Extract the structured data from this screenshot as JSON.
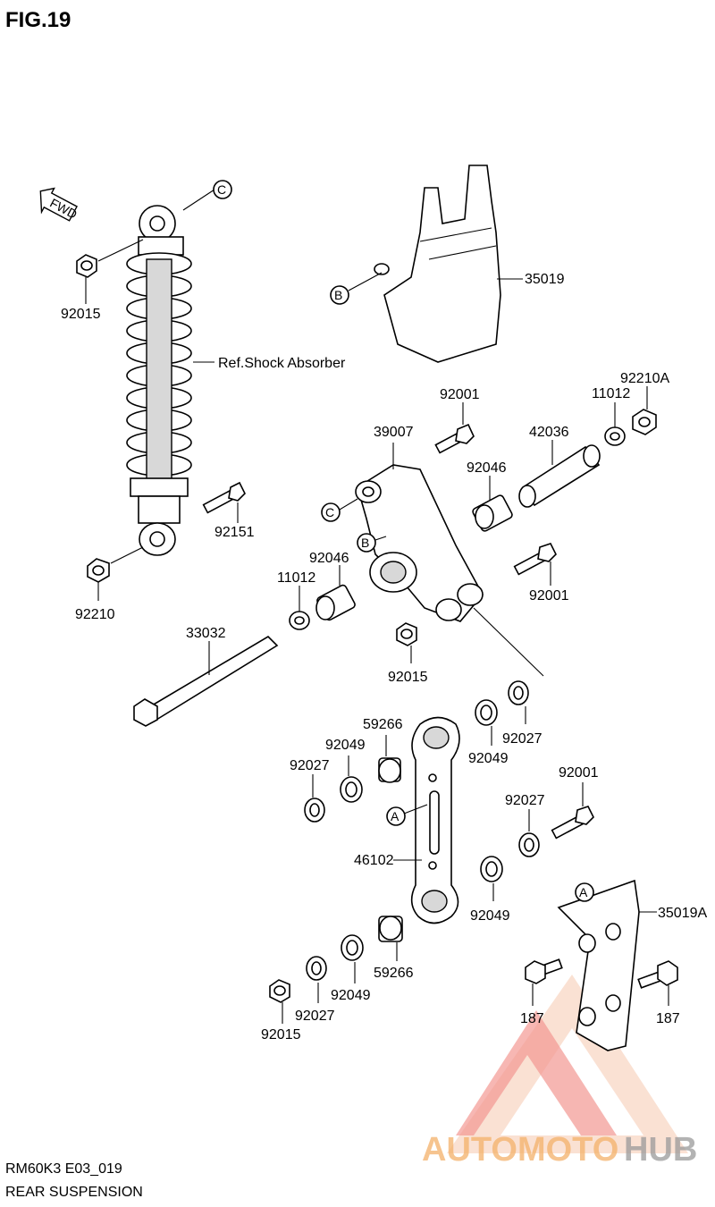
{
  "figure": {
    "title": "FIG.19"
  },
  "direction_badge": {
    "text": "FWD"
  },
  "callouts": {
    "a": "A",
    "b": "B",
    "c": "C"
  },
  "labels": {
    "p92015_top": "92015",
    "ref_shock": "Ref.Shock Absorber",
    "p35019": "35019",
    "p92210A": "92210A",
    "p11012_top": "11012",
    "p92001_top": "92001",
    "p39007": "39007",
    "p42036": "42036",
    "p92046_top": "92046",
    "p92151": "92151",
    "p92046_mid": "92046",
    "p11012_mid": "11012",
    "p92001_mid": "92001",
    "p92210": "92210",
    "p33032": "33032",
    "p92015_mid": "92015",
    "p59266_top": "59266",
    "p92049_a": "92049",
    "p92027_a": "92027",
    "p92049_b": "92049",
    "p92027_b": "92027",
    "p92001_low": "92001",
    "p92027_c": "92027",
    "p46102": "46102",
    "p92049_c": "92049",
    "p35019A": "35019A",
    "p59266_low": "59266",
    "p92049_d": "92049",
    "p92027_d": "92027",
    "p92015_low": "92015",
    "p187_left": "187",
    "p187_right": "187"
  },
  "footer": {
    "model_code": "RM60K3 E03_019",
    "section_title": "REAR SUSPENSION"
  },
  "watermark": {
    "part1": "AUTOMOTO",
    "part2": "HUB"
  },
  "colors": {
    "watermark_red": "#e8433a",
    "watermark_light": "#f7c9b0",
    "watermark_orange": "#f4b16a",
    "watermark_grey": "#9a9a9a"
  }
}
